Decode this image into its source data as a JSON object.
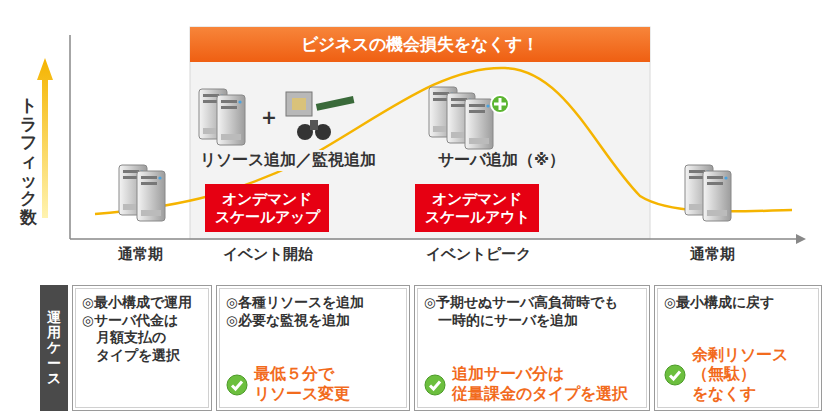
{
  "diagram": {
    "nodes": [
      {
        "text": [
          "ビジネスの機会損失をなくす！"
        ]
      },
      {
        "text": [
          "オンデマンド スケールアップ"
        ]
      },
      {
        "text": [
          "オンデマンド スケールアウト"
        ]
      },
      {
        "text": [
          "運用ケース"
        ]
      },
      {
        "text": [
          "◎最小構成で運用",
          "◎サーバ代金は 月額支払の タイプを選択"
        ]
      },
      {
        "text": [
          "◎各種リソースを追加",
          "◎必要な監視を追加",
          "最低５分で リソース変更"
        ]
      },
      {
        "text": [
          "◎予期せぬサーバ高負荷時でも 一時的にサーバを追加",
          "追加サーバ分は 従量課金のタイプを選択"
        ]
      },
      {
        "text": [
          "◎最小構成に戻す",
          "余剰リソース （無駄）をなくす"
        ]
      }
    ],
    "edges": [],
    "labels": [
      "トラフィック数",
      "リソース追加／監視追加",
      "+",
      "サーバ追加（※）",
      "通常期",
      "イベント開始",
      "イベントピーク",
      "通常期"
    ]
  }
}
